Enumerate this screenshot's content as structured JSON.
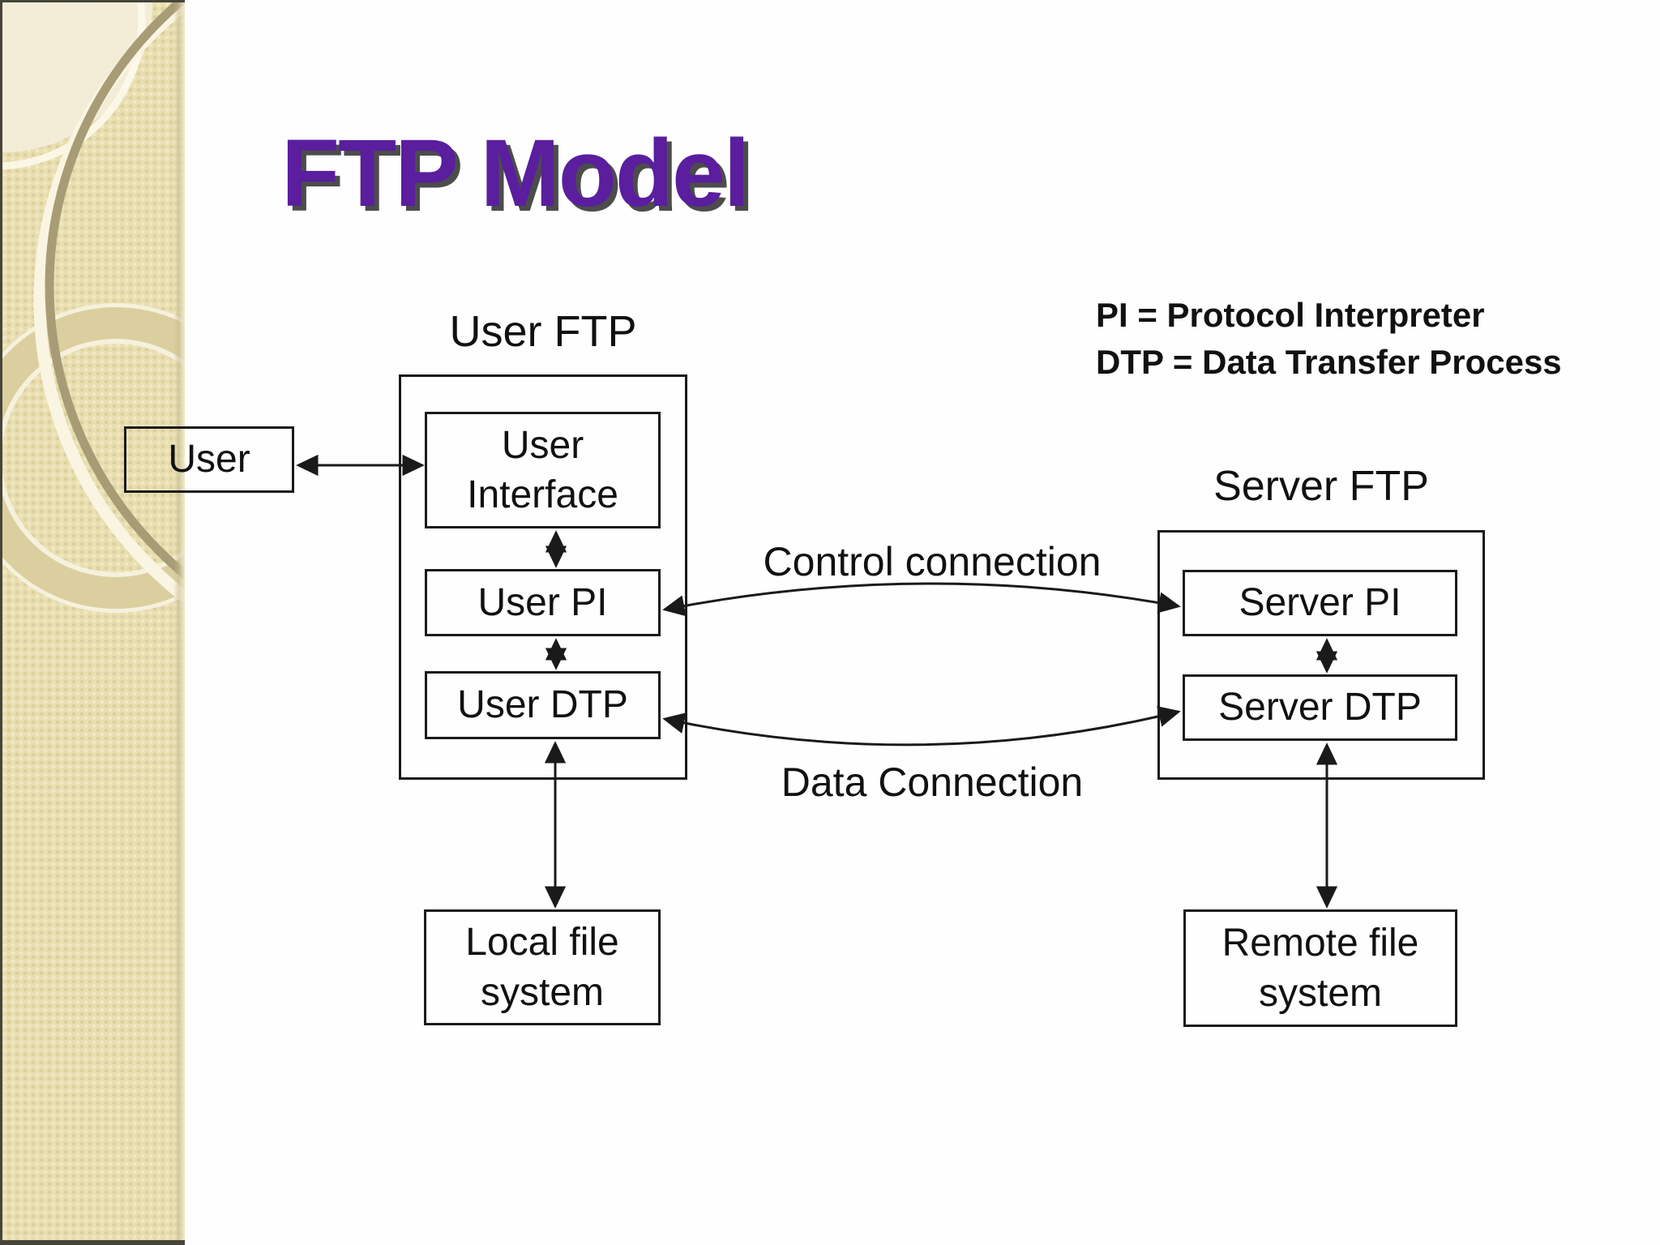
{
  "title": "FTP Model",
  "legend": {
    "line1": "PI = Protocol Interpreter",
    "line2": "DTP = Data Transfer Process"
  },
  "diagram": {
    "user_label": "User",
    "user_ftp": {
      "label": "User FTP",
      "interface_box": "User Interface",
      "pi_box": "User PI",
      "dtp_box": "User DTP"
    },
    "local_file_box": "Local file system",
    "server_ftp": {
      "label": "Server FTP",
      "pi_box": "Server PI",
      "dtp_box": "Server DTP"
    },
    "remote_file_box": "Remote file system",
    "control_connection_label": "Control connection",
    "data_connection_label": "Data Connection"
  },
  "colors": {
    "title_text": "#5a1e9e",
    "title_shadow": "#2d2d2d",
    "diagram_stroke": "#1a1a1a",
    "sidebar_base": "#e8deb0",
    "sidebar_ring_dark": "#a89c76",
    "sidebar_ring_light": "#faf5e2",
    "sidebar_ring_tan": "#dccf9f",
    "background": "#fefefe"
  }
}
